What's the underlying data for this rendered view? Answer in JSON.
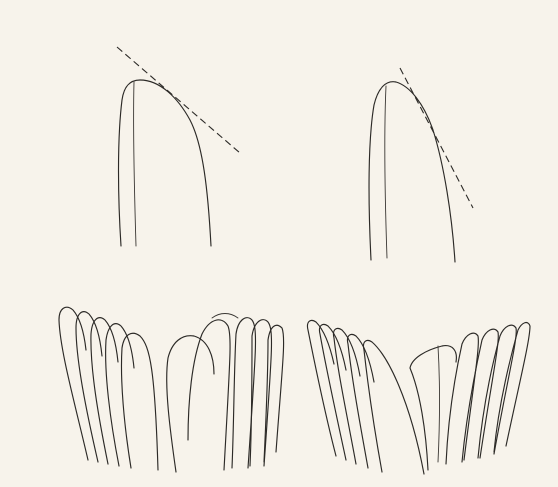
{
  "figure": {
    "panels": [
      {
        "id": "pointed-feather-tip",
        "description_visible": false
      },
      {
        "id": "blunt-feather-tip",
        "description_visible": false
      },
      {
        "id": "rounded-wing-feathers",
        "description_visible": false
      },
      {
        "id": "pointed-wing-feathers",
        "description_visible": false
      }
    ],
    "colors": {
      "paper": "#f7f3eb",
      "ink": "#2c2a27"
    }
  }
}
